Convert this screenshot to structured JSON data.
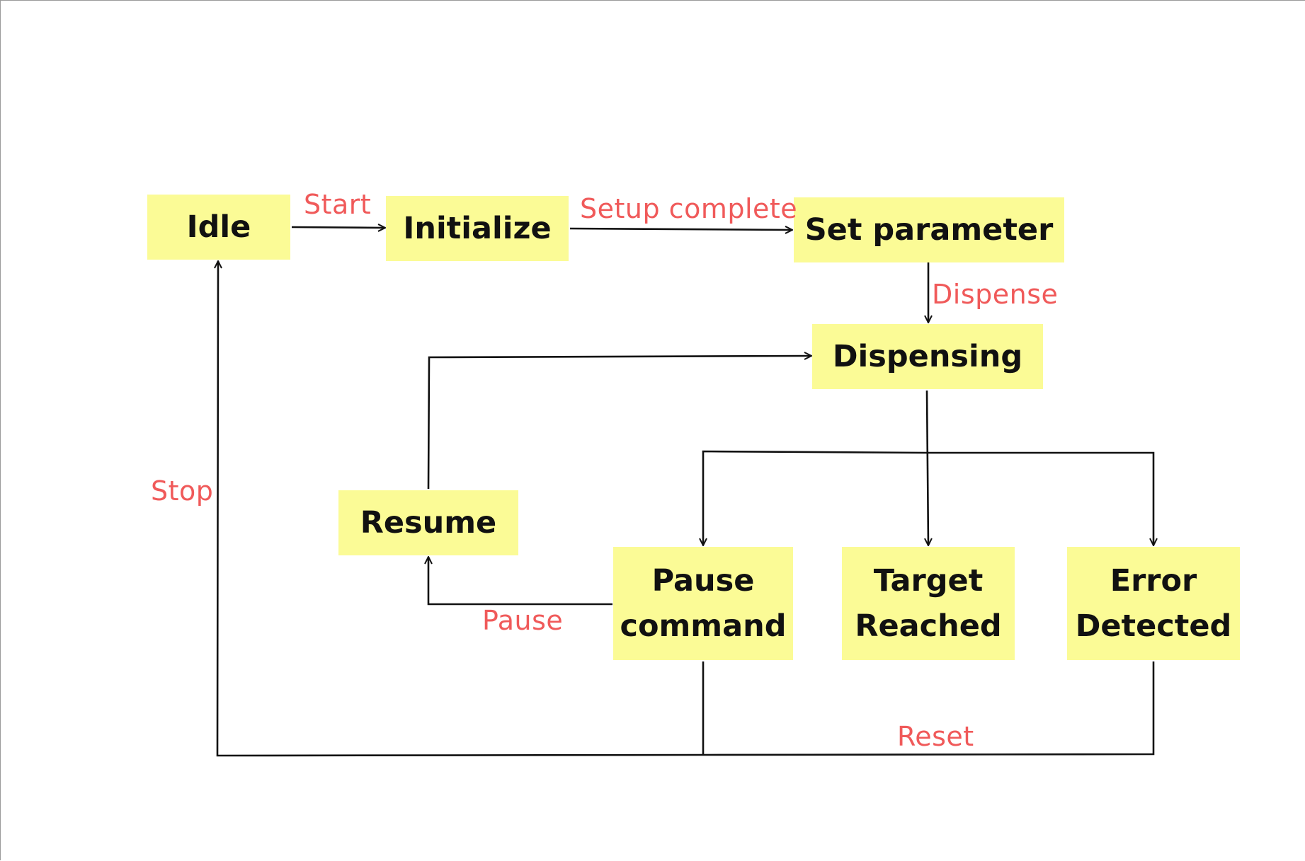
{
  "nodes": {
    "idle": "Idle",
    "initialize": "Initialize",
    "set_parameter": "Set parameter",
    "dispensing": "Dispensing",
    "resume": "Resume",
    "pause_command": [
      "Pause",
      "command"
    ],
    "target_reached": [
      "Target",
      "Reached"
    ],
    "error_detected": [
      "Error",
      "Detected"
    ]
  },
  "edges": {
    "start": "Start",
    "setup_complete": "Setup complete",
    "dispense": "Dispense",
    "stop": "Stop",
    "pause": "Pause",
    "reset": "Reset"
  },
  "colors": {
    "node_fill": "#fbfb96",
    "edge_label": "#f05a5a",
    "line": "#111111"
  }
}
